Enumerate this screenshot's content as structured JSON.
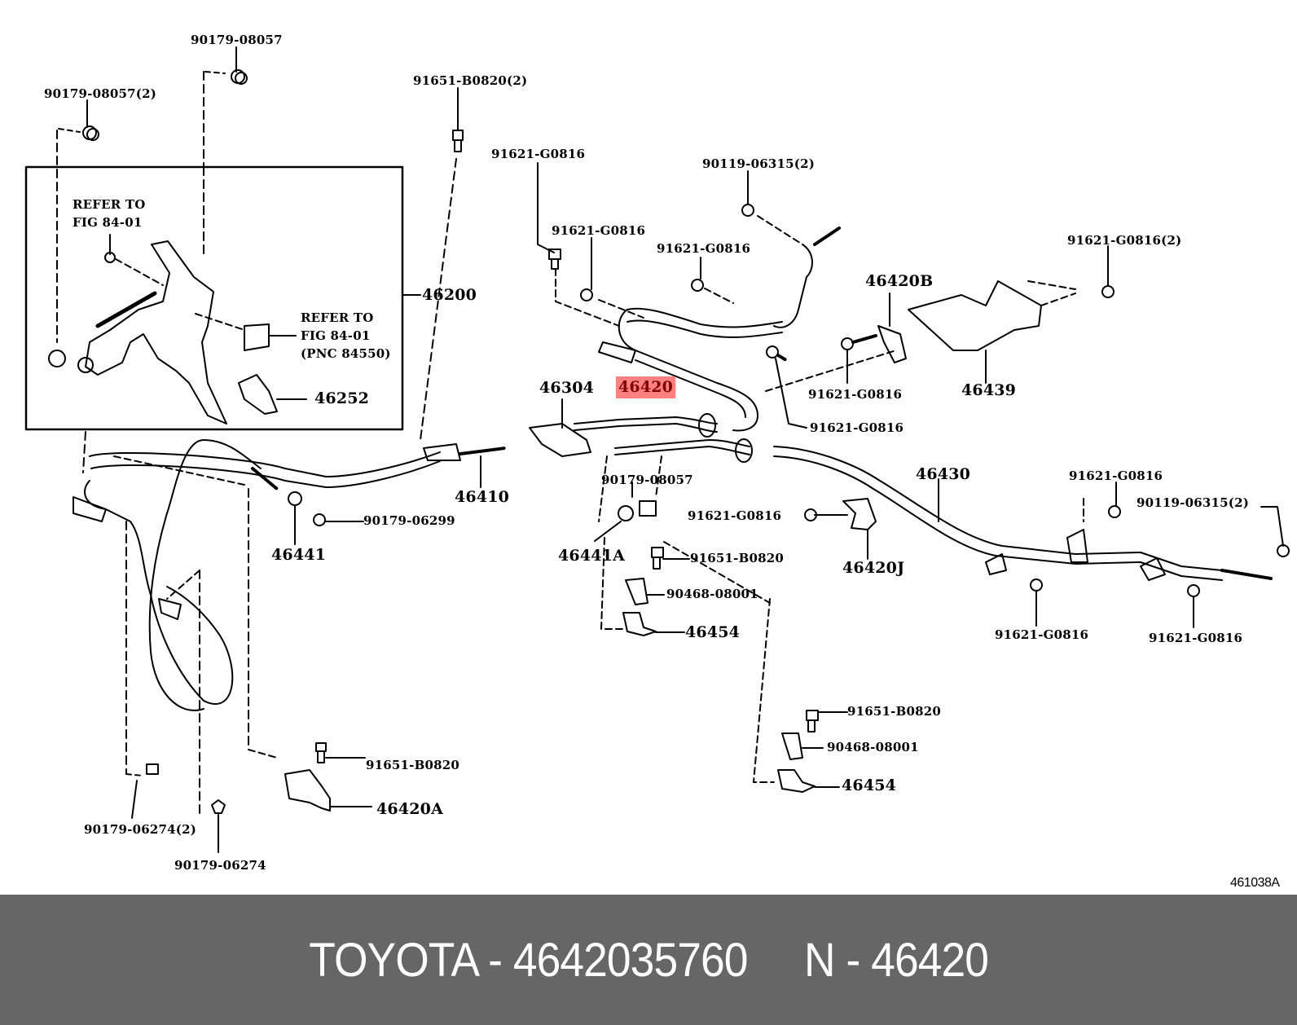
{
  "diagram": {
    "figure_id": "461038A",
    "highlight_color": "#ff8080",
    "highlight_text_color": "#800000",
    "notes": {
      "refer_top": "REFER TO\nFIG 84-01",
      "refer_mid": "REFER TO\nFIG 84-01\n(PNC 84550)"
    },
    "labels": {
      "p90179_08057_top": "90179-08057",
      "p90179_08057_2": "90179-08057(2)",
      "p91651_B0820_2": "91651-B0820(2)",
      "p91621_G0816_a": "91621-G0816",
      "p91621_G0816_b": "91621-G0816",
      "p91621_G0816_c": "91621-G0816",
      "p90119_06315_2_top": "90119-06315(2)",
      "p46420B": "46420B",
      "p91621_G0816_2": "91621-G0816(2)",
      "p46200": "46200",
      "p46252": "46252",
      "p46304": "46304",
      "p46420": "46420",
      "p91621_G0816_d": "91621-G0816",
      "p91621_G0816_e": "91621-G0816",
      "p46439": "46439",
      "p46410": "46410",
      "p46441": "46441",
      "p90179_06299": "90179-06299",
      "p90179_08057_mid": "90179-08057",
      "p46430": "46430",
      "p91621_G0816_f": "91621-G0816",
      "p90119_06315_2_right": "90119-06315(2)",
      "p91621_G0816_g": "91621-G0816",
      "p46441A": "46441A",
      "p91651_B0820_a": "91651-B0820",
      "p46420J": "46420J",
      "p90468_08001_a": "90468-08001",
      "p46454_a": "46454",
      "p91621_G0816_h": "91621-G0816",
      "p91621_G0816_i": "91621-G0816",
      "p91651_B0820_b": "91651-B0820",
      "p90468_08001_b": "90468-08001",
      "p46454_b": "46454",
      "p91651_B0820_c": "91651-B0820",
      "p46420A": "46420A",
      "p90179_06274_2": "90179-06274(2)",
      "p90179_06274": "90179-06274"
    }
  },
  "footer": {
    "brand": "TOYOTA",
    "part_number": "4642035760",
    "ref_prefix": "N",
    "ref_number": "46420",
    "text": "TOYOTA - 4642035760     N - 46420",
    "background": "#666666",
    "text_color": "#ffffff"
  }
}
